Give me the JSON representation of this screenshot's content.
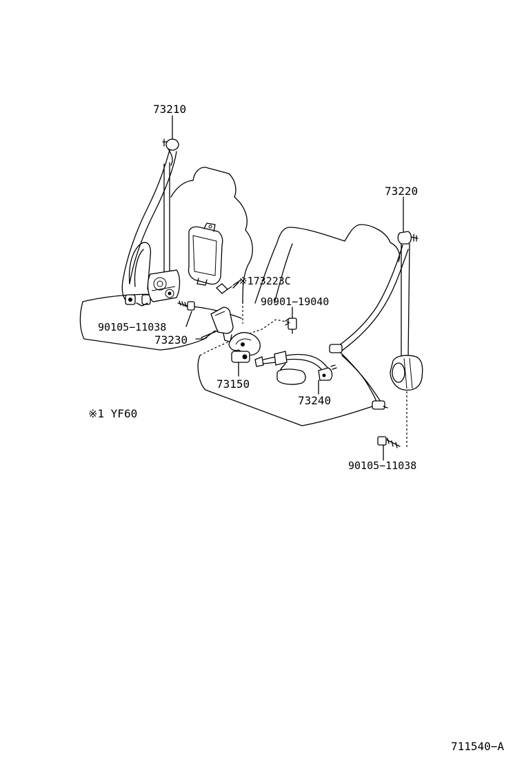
{
  "parts": {
    "p73210": "73210",
    "p73220": "73220",
    "p173223c": "※173223C",
    "p90901": "90901−19040",
    "p90105_left": "90105−11038",
    "p73230": "73230",
    "p73150": "73150",
    "p73240": "73240",
    "p90105_right": "90105−11038"
  },
  "note": "※1  YF60",
  "diagram_id": "711540−A"
}
